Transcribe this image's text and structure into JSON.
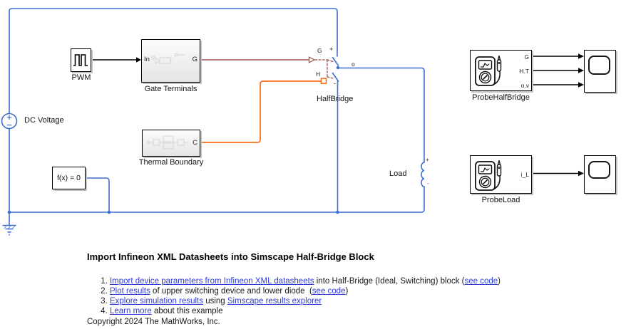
{
  "model": {
    "blocks": {
      "pwm": {
        "label": "PWM"
      },
      "gate_terminals": {
        "label": "Gate Terminals",
        "port_in": "In",
        "port_out": "G"
      },
      "thermal_boundary": {
        "label": "Thermal Boundary",
        "port_out": "C"
      },
      "dc_voltage": {
        "label": "DC Voltage"
      },
      "solver_config": {
        "label": "f(x) = 0"
      },
      "half_bridge": {
        "label": "HalfBridge",
        "port_g": "G",
        "port_h": "H",
        "port_o": "o",
        "plus": "+",
        "minus": "-"
      },
      "load": {
        "label": "Load",
        "plus": "+",
        "minus": "-"
      },
      "probe_half_bridge": {
        "label": "ProbeHalfBridge",
        "ports": [
          "G",
          "H.T",
          "o.v"
        ]
      },
      "probe_load": {
        "label": "ProbeLoad",
        "ports": [
          "i_L"
        ]
      }
    }
  },
  "annotation": {
    "title": "Import Infineon XML Datasheets into Simscape Half-Bridge Block",
    "lines": [
      {
        "num": "1. ",
        "link1": "Import device parameters from Infineon XML datasheets",
        "mid": " into Half-Bridge (Ideal, Switching) block (",
        "link2": "see code",
        "end": ")"
      },
      {
        "num": "2. ",
        "link1": "Plot results",
        "mid": " of upper switching device and lower diode  (",
        "link2": "see code",
        "end": ")"
      },
      {
        "num": "3. ",
        "link1": "Explore simulation results",
        "mid": " using ",
        "link2": "Simscape results explorer",
        "end": ""
      },
      {
        "num": "4. ",
        "link1": "Learn more",
        "mid": " about this example",
        "link2": "",
        "end": ""
      }
    ],
    "copyright": "Copyright 2024 The MathWorks, Inc."
  },
  "colors": {
    "electrical_wire": "#3e6fd2",
    "gate_signal": "#9e5048",
    "thermal_wire": "#f96c1c",
    "link_blue": "#2e3bd3"
  }
}
